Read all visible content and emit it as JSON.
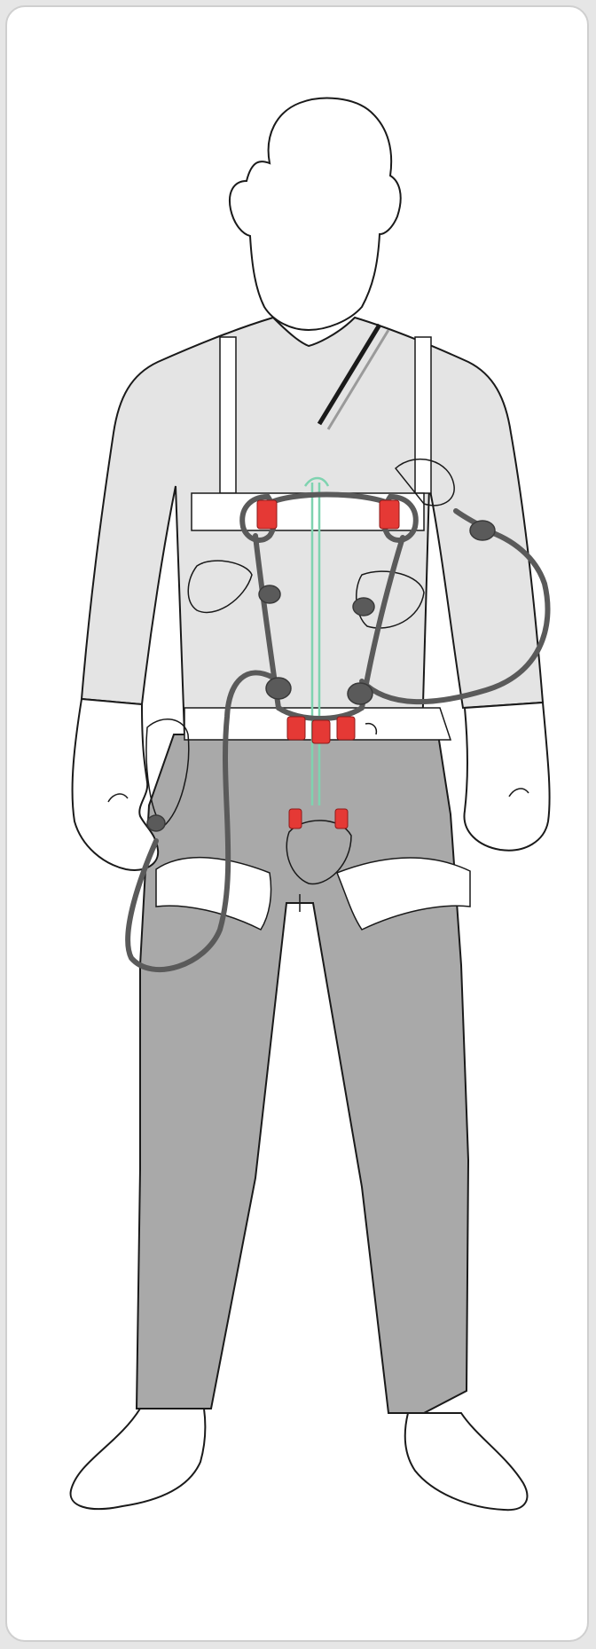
{
  "figure": {
    "subject": "person-wearing-harness-with-rope-system",
    "colors": {
      "frame_background": "#ffffff",
      "frame_border": "#cfcfcf",
      "shirt": "#e4e4e4",
      "pants": "#a9a9a9",
      "rope": "#5a5a5a",
      "accent_sleeves": "#e53935",
      "cord": "#7fd3b0",
      "outline": "#1a1a1a"
    },
    "icons": [
      "person-figure",
      "chest-harness",
      "sit-harness",
      "carabiner",
      "rope-loop",
      "knot"
    ]
  }
}
